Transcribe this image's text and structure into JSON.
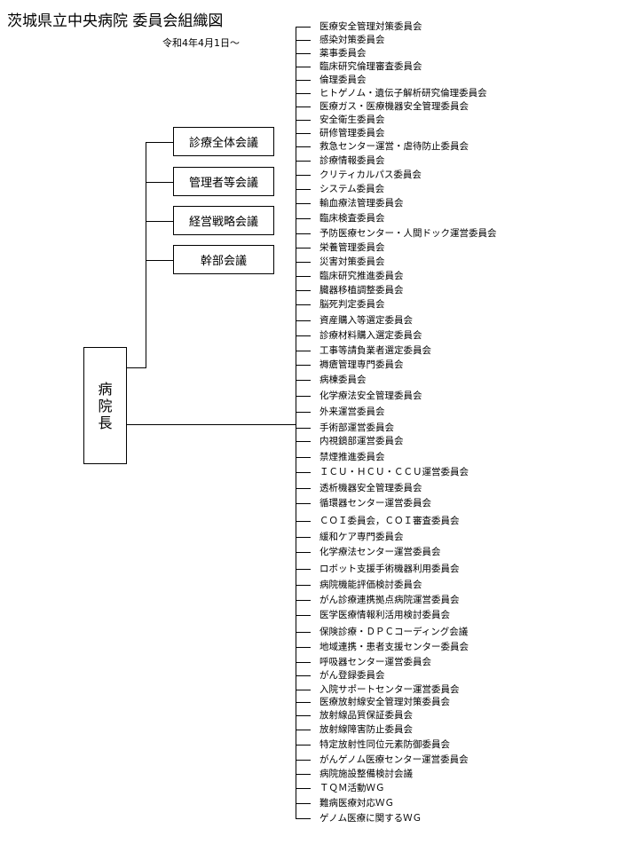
{
  "header": {
    "title": "茨城県立中央病院  委員会組織図",
    "date": "令和4年4月1日～"
  },
  "director": {
    "chars": [
      "病",
      "院",
      "長"
    ]
  },
  "left_boxes": [
    "診療全体会議",
    "管理者等会議",
    "経営戦略会議",
    "幹部会議"
  ],
  "committees": [
    "医療安全管理対策委員会",
    "感染対策委員会",
    "薬事委員会",
    "臨床研究倫理審査委員会",
    "倫理委員会",
    "ヒトゲノム・遺伝子解析研究倫理委員会",
    "医療ガス・医療機器安全管理委員会",
    "安全衛生委員会",
    "研修管理委員会",
    "救急センター運営・虐待防止委員会",
    "診療情報委員会",
    "クリティカルパス委員会",
    "システム委員会",
    "輸血療法管理委員会",
    "臨床検査委員会",
    "予防医療センター・人間ドック運営委員会",
    "栄養管理委員会",
    "災害対策委員会",
    "臨床研究推進委員会",
    "臓器移植調整委員会",
    "脳死判定委員会",
    "資産購入等選定委員会",
    "診療材料購入選定委員会",
    "工事等請負業者選定委員会",
    "褥瘡管理専門委員会",
    "病棟委員会",
    "化学療法安全管理委員会",
    "外来運営委員会",
    "手術部運営委員会",
    "内視鏡部運営委員会",
    "禁煙推進委員会",
    "ＩＣＵ・ＨＣＵ・ＣＣＵ運営委員会",
    "透析機器安全管理委員会",
    "循環器センター運営委員会",
    "ＣＯＩ委員会，ＣＯＩ審査委員会",
    "緩和ケア専門委員会",
    "化学療法センター運営委員会",
    "ロボット支援手術機器利用委員会",
    "病院機能評価検討委員会",
    "がん診療連携拠点病院運営委員会",
    "医学医療情報利活用検討委員会",
    "保険診療・ＤＰＣコーディング会議",
    "地域連携・患者支援センター委員会",
    "呼吸器センター運営委員会",
    "がん登録委員会",
    "入院サポートセンター運営委員会",
    "医療放射線安全管理対策委員会",
    "放射線品質保証委員会",
    "放射線障害防止委員会",
    "特定放射性同位元素防御委員会",
    "がんゲノム医療センター運営委員会",
    "病院施設整備検討会議",
    "ＴＱＭ活動ＷＧ",
    "難病医療対応ＷＧ",
    "ゲノム医療に関するＷＧ"
  ]
}
